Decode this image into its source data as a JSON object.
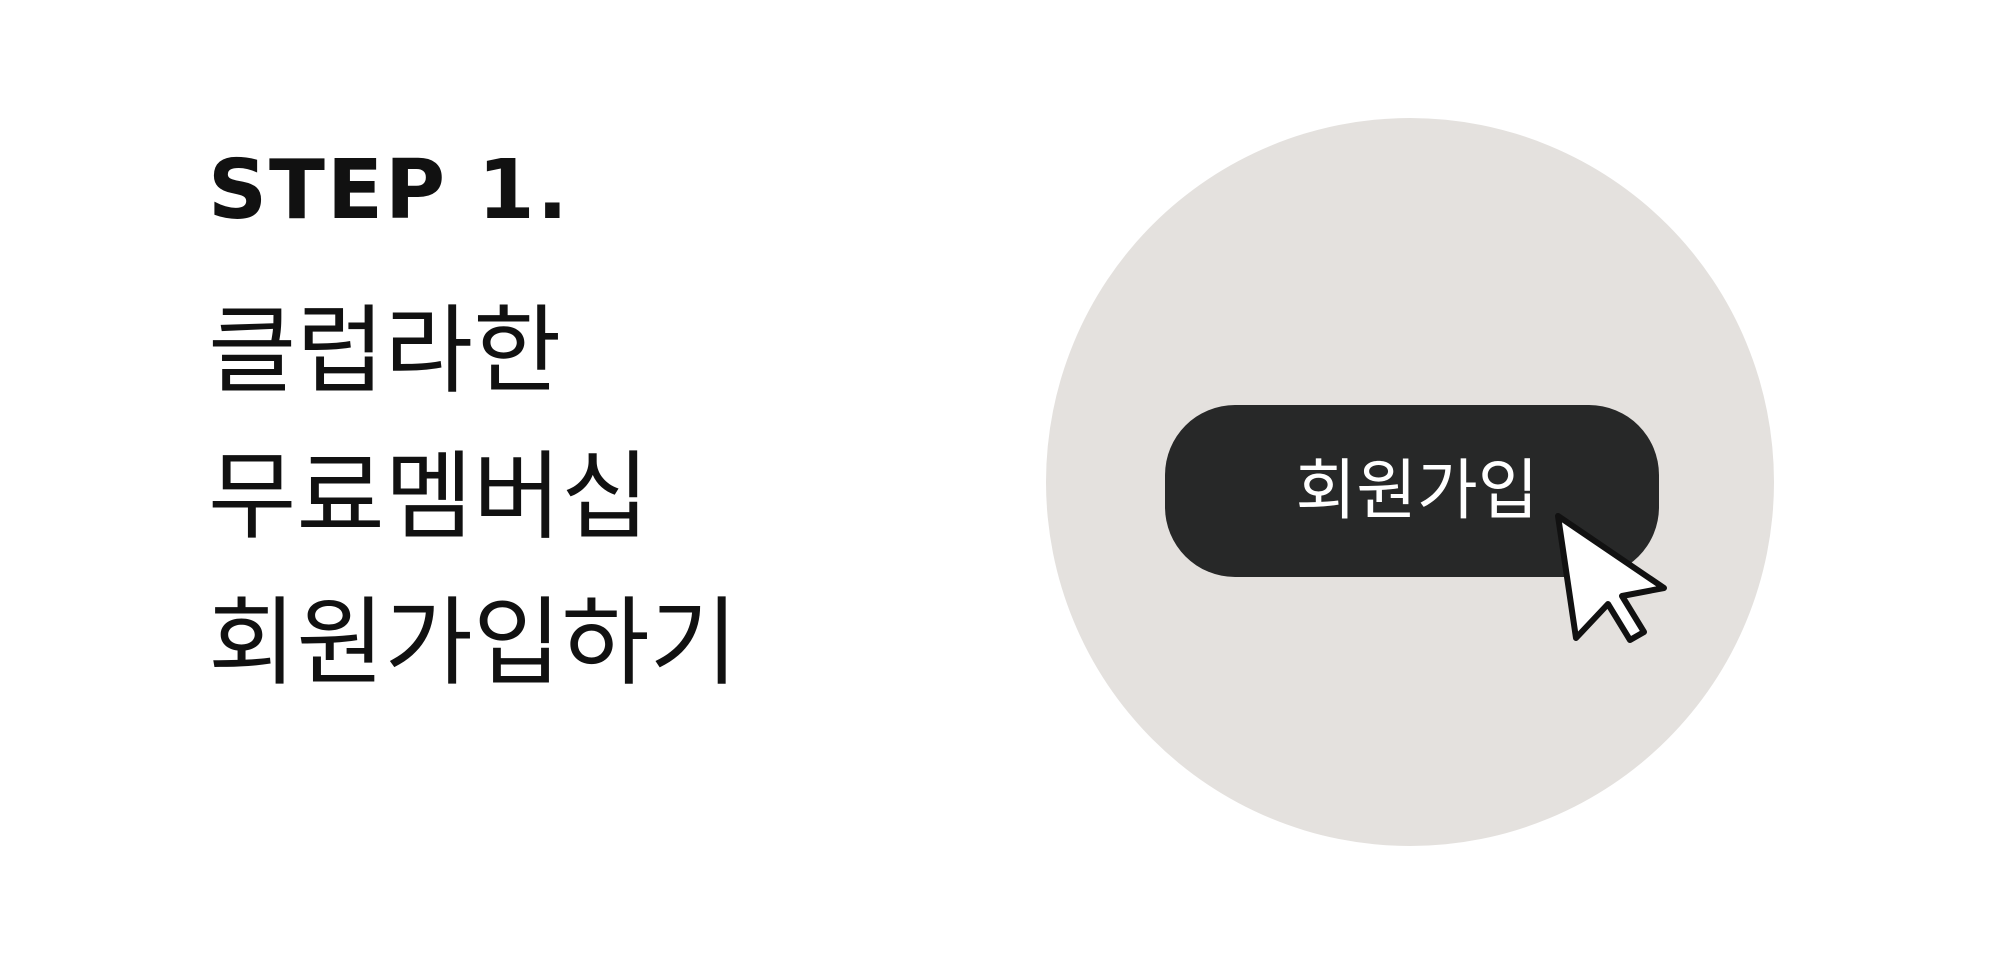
{
  "step": {
    "title": "STEP 1."
  },
  "headline": {
    "line1": "클럽라한",
    "line2": "무료멤버십",
    "line3": "회원가입하기"
  },
  "signup_button": {
    "label": "회원가입"
  },
  "colors": {
    "background": "#ffffff",
    "circle": "#e4e1de",
    "button": "#272828",
    "text": "#111111",
    "button_text": "#ffffff"
  },
  "icons": {
    "pointer": "mouse-pointer-icon"
  }
}
